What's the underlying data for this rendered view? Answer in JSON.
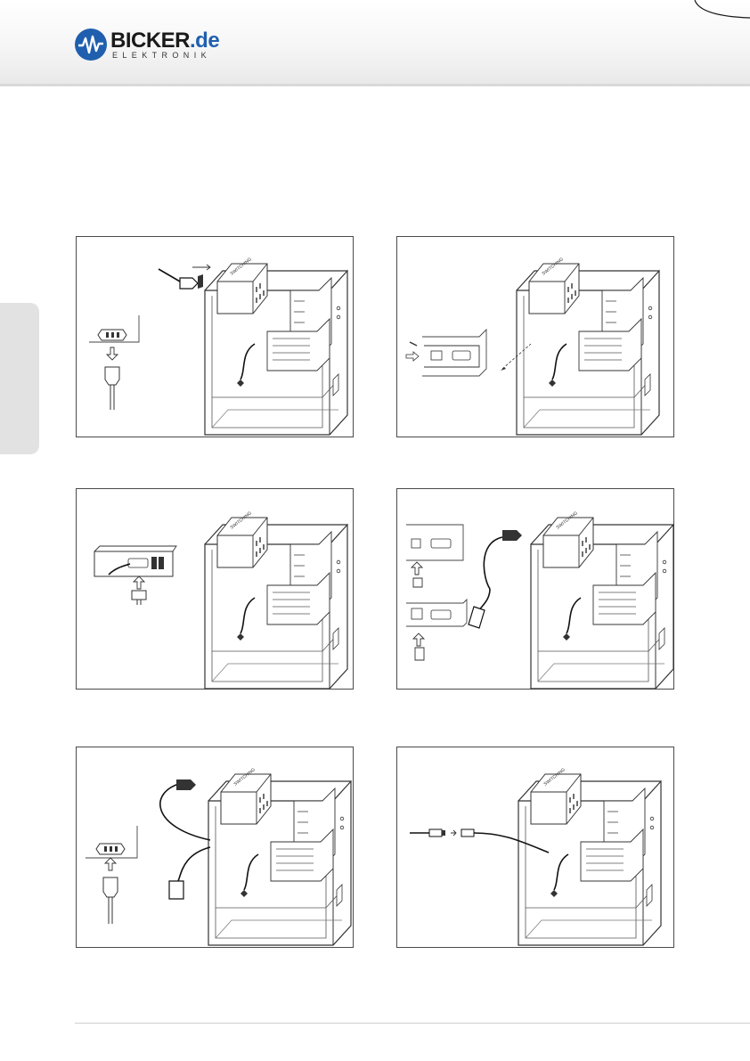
{
  "header": {
    "logo": {
      "brand": "BICKER",
      "tld": ".de",
      "subtitle": "ELEKTRONIK"
    }
  },
  "figures": [
    {
      "id": "step-1",
      "content": "power cord connected to power supply inlet"
    },
    {
      "id": "step-2",
      "content": "slot bracket mounted with screw"
    },
    {
      "id": "step-3",
      "content": "connector plugged into board"
    },
    {
      "id": "step-4",
      "content": "cables routed to bracket"
    },
    {
      "id": "step-5",
      "content": "mains cable and inlet connection"
    },
    {
      "id": "step-6",
      "content": "cable extension connected"
    }
  ],
  "colors": {
    "brand_blue": "#1f5fae",
    "line": "#333333",
    "tab": "#e2e2e2"
  }
}
